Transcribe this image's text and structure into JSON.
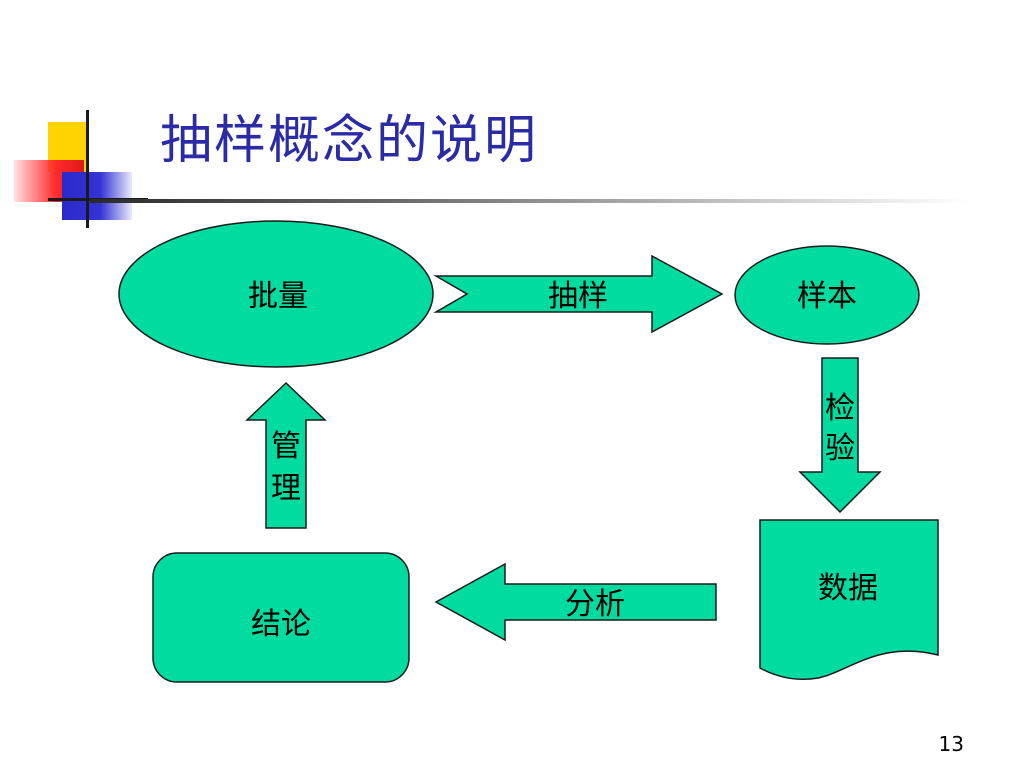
{
  "slide": {
    "title": "抽样概念的说明",
    "page_number": "13"
  },
  "colors": {
    "shape_fill": "#00dca0",
    "shape_stroke": "#1a1a1a",
    "title_color": "#2b2ba6"
  },
  "diagram": {
    "nodes": {
      "batch": "批量",
      "sample": "样本",
      "data": "数据",
      "conclusion": "结论"
    },
    "arrows": {
      "sampling": "抽样",
      "inspection_1": "检",
      "inspection_2": "验",
      "analysis": "分析",
      "management_1": "管",
      "management_2": "理"
    }
  }
}
